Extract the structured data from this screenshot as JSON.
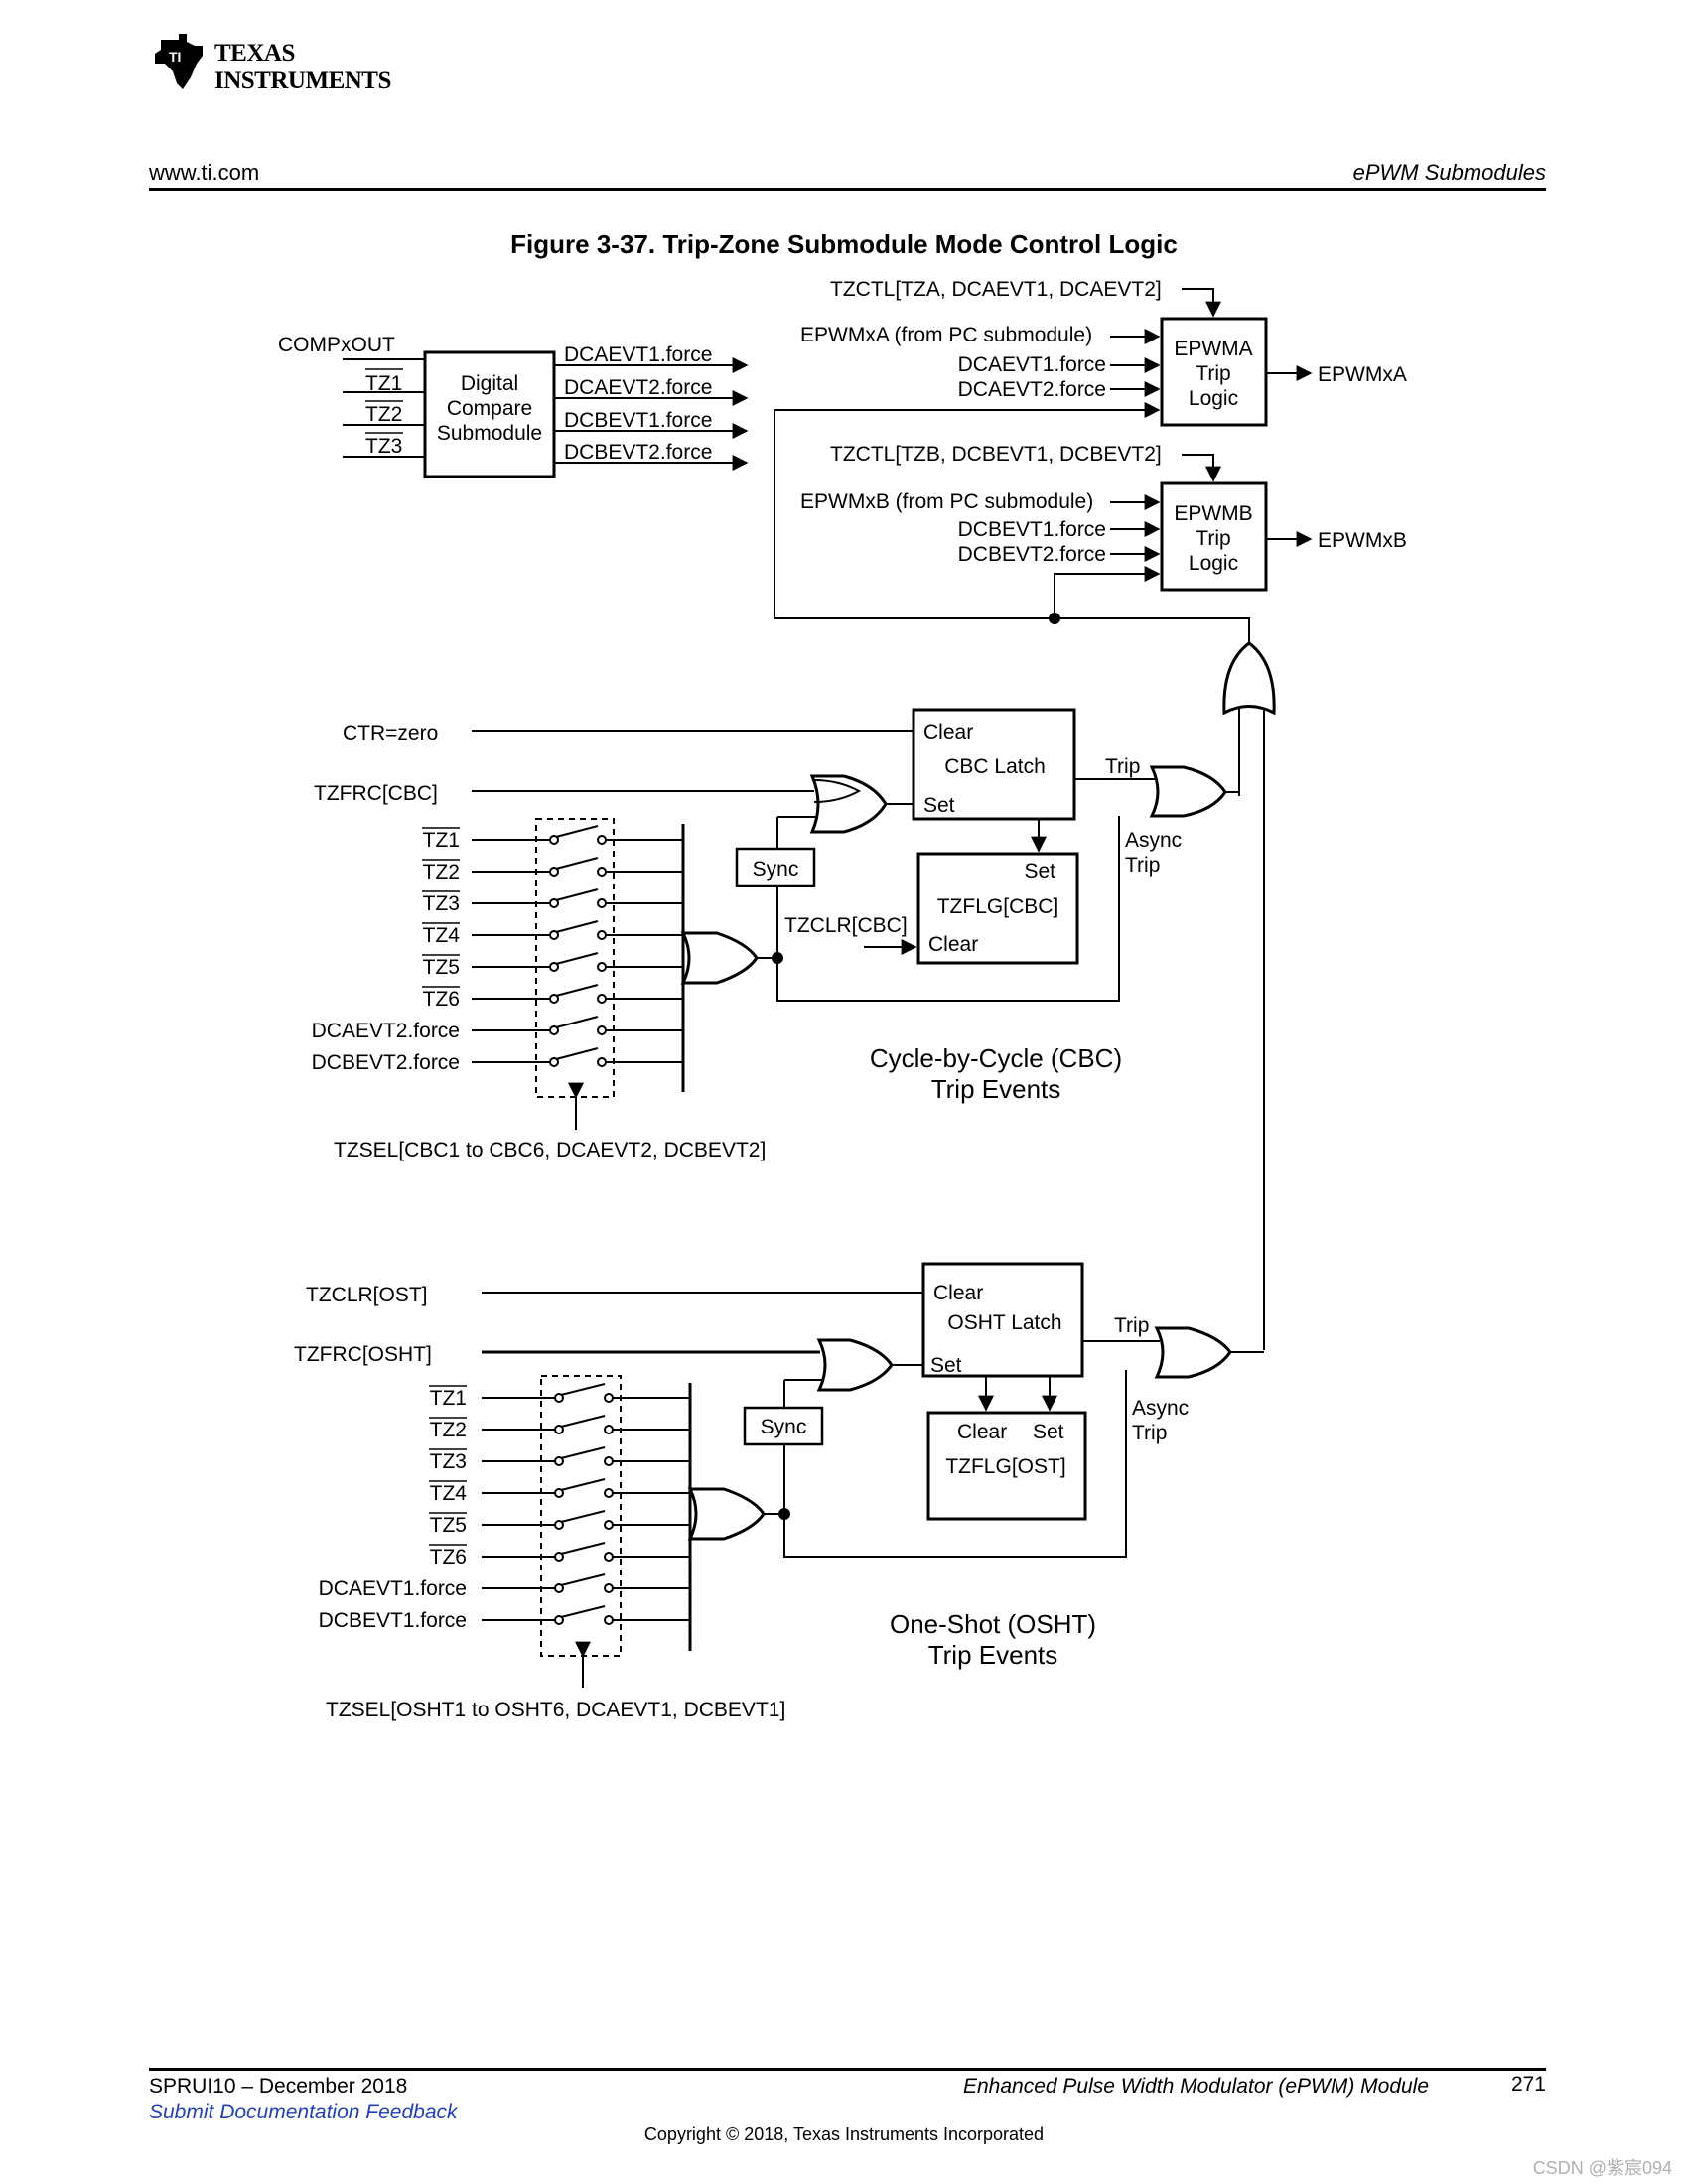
{
  "header": {
    "logo_line1": "TEXAS",
    "logo_line2": "INSTRUMENTS",
    "website": "www.ti.com",
    "section": "ePWM Submodules"
  },
  "figure": {
    "title": "Figure 3-37. Trip-Zone Submodule Mode Control Logic",
    "dc": {
      "input_compx": "COMPxOUT",
      "input_tz": [
        "TZ1",
        "TZ2",
        "TZ3"
      ],
      "box_lines": [
        "Digital",
        "Compare",
        "Submodule"
      ],
      "outputs": [
        "DCAEVT1.force",
        "DCAEVT2.force",
        "DCBEVT1.force",
        "DCBEVT2.force"
      ]
    },
    "epwma": {
      "ctl": "TZCTL[TZA, DCAEVT1, DCAEVT2]",
      "in1": "EPWMxA (from PC submodule)",
      "in2": "DCAEVT1.force",
      "in3": "DCAEVT2.force",
      "box_lines": [
        "EPWMA",
        "Trip",
        "Logic"
      ],
      "out": "EPWMxA"
    },
    "epwmb": {
      "ctl": "TZCTL[TZB, DCBEVT1, DCBEVT2]",
      "in1": "EPWMxB (from PC submodule)",
      "in2": "DCBEVT1.force",
      "in3": "DCBEVT2.force",
      "box_lines": [
        "EPWMB",
        "Trip",
        "Logic"
      ],
      "out": "EPWMxB"
    },
    "cbc": {
      "clear_input": "CTR=zero",
      "force_input": "TZFRC[CBC]",
      "latch_clear": "Clear",
      "latch_name": "CBC Latch",
      "latch_set": "Set",
      "trip": "Trip",
      "async_trip_1": "Async",
      "async_trip_2": "Trip",
      "sync": "Sync",
      "flag_set": "Set",
      "flag_name": "TZFLG[CBC]",
      "flag_clear": "Clear",
      "clr_label": "TZCLR[CBC]",
      "inputs": [
        "TZ1",
        "TZ2",
        "TZ3",
        "TZ4",
        "TZ5",
        "TZ6",
        "DCAEVT2.force",
        "DCBEVT2.force"
      ],
      "tzsel": "TZSEL[CBC1 to CBC6, DCAEVT2, DCBEVT2]",
      "caption_1": "Cycle-by-Cycle (CBC)",
      "caption_2": "Trip Events"
    },
    "osht": {
      "clear_input": "TZCLR[OST]",
      "force_input": "TZFRC[OSHT]",
      "latch_clear": "Clear",
      "latch_name": "OSHT Latch",
      "latch_set": "Set",
      "trip": "Trip",
      "async_trip_1": "Async",
      "async_trip_2": "Trip",
      "sync": "Sync",
      "flag_clear": "Clear",
      "flag_set": "Set",
      "flag_name": "TZFLG[OST]",
      "inputs": [
        "TZ1",
        "TZ2",
        "TZ3",
        "TZ4",
        "TZ5",
        "TZ6",
        "DCAEVT1.force",
        "DCBEVT1.force"
      ],
      "tzsel": "TZSEL[OSHT1 to OSHT6, DCAEVT1, DCBEVT1]",
      "caption_1": "One-Shot (OSHT)",
      "caption_2": "Trip Events"
    }
  },
  "footer": {
    "doc_id": "SPRUI10 – December 2018",
    "feedback": "Submit Documentation Feedback",
    "module": "Enhanced Pulse Width Modulator (ePWM) Module",
    "page": "271",
    "copyright": "Copyright © 2018, Texas Instruments Incorporated",
    "watermark": "CSDN @紫宸094"
  }
}
